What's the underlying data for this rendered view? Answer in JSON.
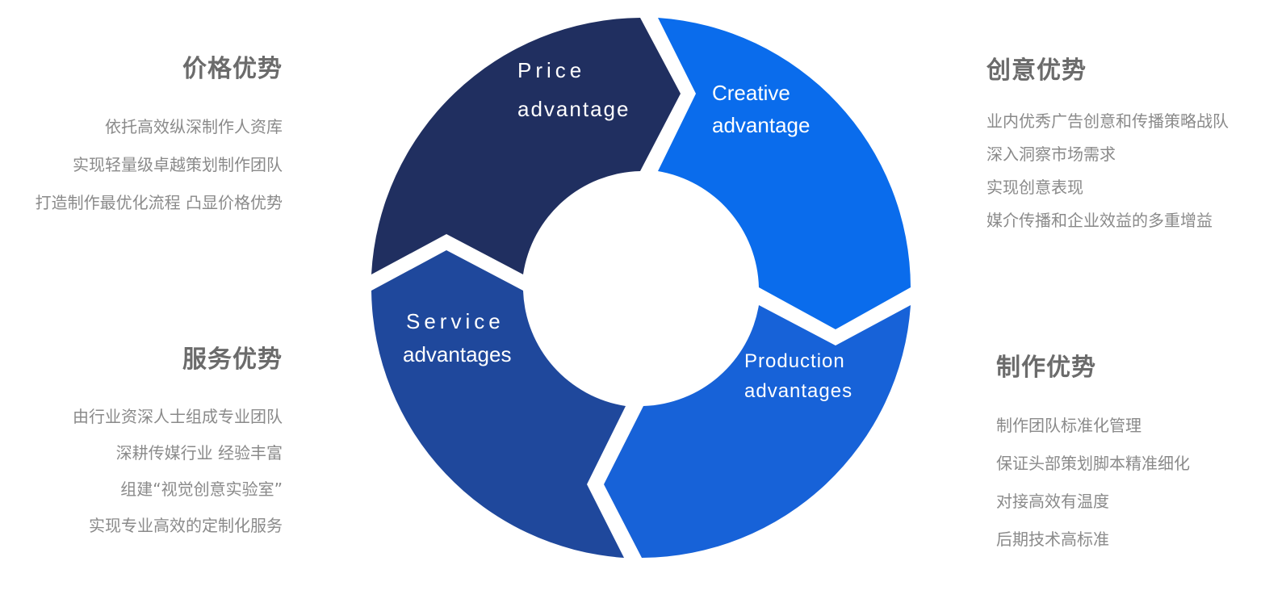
{
  "segments": {
    "price": {
      "line1": "Price",
      "line2": "advantage",
      "color": "#202f60"
    },
    "creative": {
      "line1": "Creative",
      "line2": "advantage",
      "color": "#0a6cec"
    },
    "production": {
      "line1": "Production",
      "line2": "advantages",
      "color": "#1762d8"
    },
    "service": {
      "line1": "Service",
      "line2": "advantages",
      "color": "#1f489c"
    }
  },
  "price_block": {
    "title": "价格优势",
    "items": [
      "依托高效纵深制作人资库",
      "实现轻量级卓越策划制作团队",
      "打造制作最优化流程 凸显价格优势"
    ]
  },
  "service_block": {
    "title": "服务优势",
    "items": [
      "由行业资深人士组成专业团队",
      "深耕传媒行业 经验丰富",
      "组建“视觉创意实验室”",
      "实现专业高效的定制化服务"
    ]
  },
  "creative_block": {
    "title": "创意优势",
    "items": [
      "业内优秀广告创意和传播策略战队",
      "深入洞察市场需求",
      "实现创意表现",
      "媒介传播和企业效益的多重增益"
    ]
  },
  "production_block": {
    "title": "制作优势",
    "items": [
      "制作团队标准化管理",
      "保证头部策划脚本精准细化",
      "对接高效有温度",
      "后期技术高标准"
    ]
  }
}
